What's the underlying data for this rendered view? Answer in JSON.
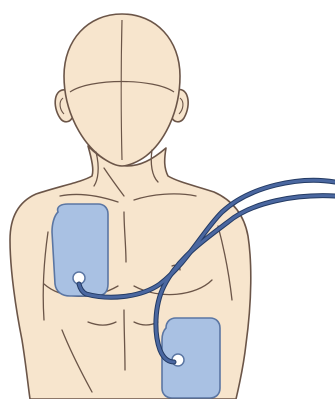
{
  "illustration": {
    "subject": "mannequin-torso-with-aed-pads",
    "colors": {
      "skin": "#f7e5cd",
      "outline": "#6b5548",
      "pad_fill": "#a9c1e3",
      "pad_outline": "#5b76a3",
      "cable": "#3c5789",
      "connector_fill": "#ffffff"
    },
    "icons": [
      "head",
      "torso",
      "defibrillator-pad-upper-right-chest",
      "defibrillator-pad-lower-left-side",
      "defibrillator-cable"
    ]
  }
}
